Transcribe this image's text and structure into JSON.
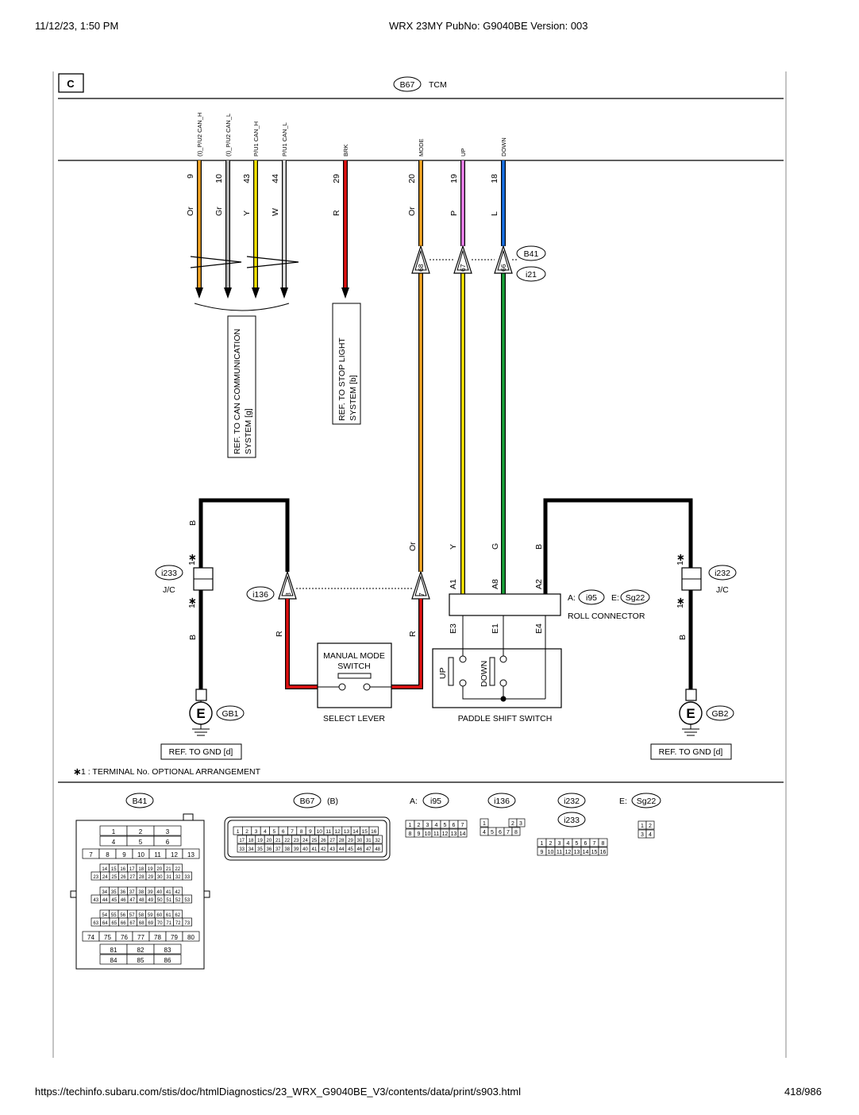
{
  "header": {
    "datetime": "11/12/23, 1:50 PM",
    "title": "WRX 23MY PubNo: G9040BE Version: 003"
  },
  "footer": {
    "url": "https://techinfo.subaru.com/stis/doc/htmlDiagnostics/23_WRX_G9040BE_V3/contents/data/print/s903.html",
    "page": "418/986"
  },
  "diagram": {
    "section": "C",
    "tcm": {
      "connector": "B67",
      "label": "TCM"
    },
    "tcm_pins": [
      {
        "signal": "(I)_P/U2 CAN_H",
        "pin": "9",
        "color": "Or",
        "hex": "#f5a623"
      },
      {
        "signal": "(I)_P/U2 CAN_L",
        "pin": "10",
        "color": "Gr",
        "hex": "#bdbdbd"
      },
      {
        "signal": "P/U1 CAN_H",
        "pin": "43",
        "color": "Y",
        "hex": "#f5e400"
      },
      {
        "signal": "P/U1 CAN_L",
        "pin": "44",
        "color": "W",
        "hex": "#e6e6e6"
      },
      {
        "signal": "BRK",
        "pin": "29",
        "color": "R",
        "hex": "#e01010"
      },
      {
        "signal": "MODE",
        "pin": "20",
        "color": "Or",
        "hex": "#f5a623"
      },
      {
        "signal": "UP",
        "pin": "19",
        "color": "P",
        "hex": "#ee82ee"
      },
      {
        "signal": "DOWN",
        "pin": "18",
        "color": "L",
        "hex": "#1a73e8"
      }
    ],
    "b41_pins": {
      "mode": "68",
      "up": "67",
      "down": "66",
      "conn1": "B41",
      "conn2": "i21"
    },
    "ref_can": [
      "REF. TO CAN COMMUNICATION",
      "SYSTEM [g]"
    ],
    "ref_stop": [
      "REF. TO STOP LIGHT",
      "SYSTEM [b]"
    ],
    "wire_colors": {
      "b": "B",
      "or": "Or",
      "y": "Y",
      "g": "G",
      "r": "R"
    },
    "roll_pins": {
      "a1": "A1",
      "a8": "A8",
      "a2": "A2",
      "e3": "E3",
      "e1": "E1",
      "e4": "E4"
    },
    "roll": {
      "a_prefix": "A:",
      "a_conn": "i95",
      "e_prefix": "E:",
      "e_conn": "Sg22",
      "label": "ROLL CONNECTOR"
    },
    "jc_left": {
      "conn": "i233",
      "label": "J/C"
    },
    "jc_right": {
      "conn": "i232",
      "label": "J/C"
    },
    "star_label": "1",
    "i136": {
      "conn": "i136",
      "pin_l": "8",
      "pin_r": "7"
    },
    "manual_switch": [
      "MANUAL MODE",
      "SWITCH"
    ],
    "select_lever": "SELECT LEVER",
    "paddle": {
      "label": "PADDLE SHIFT SWITCH",
      "up": "UP",
      "down": "DOWN"
    },
    "ground_left": {
      "symbol": "E",
      "conn": "GB1",
      "ref": "REF. TO GND [d]"
    },
    "ground_right": {
      "symbol": "E",
      "conn": "GB2",
      "ref": "REF. TO GND [d]"
    },
    "footnote": "1   : TERMINAL No. OPTIONAL ARRANGEMENT",
    "connectors": {
      "b41": {
        "name": "B41",
        "rows3": [
          [
            "1",
            "2",
            "3"
          ],
          [
            "4",
            "5",
            "6"
          ]
        ],
        "row7": [
          "7",
          "8",
          "9",
          "10",
          "11",
          "12",
          "13"
        ],
        "rowsA": [
          [
            "14",
            "15",
            "16",
            "17",
            "18",
            "19",
            "20",
            "21",
            "22"
          ],
          [
            "23",
            "24",
            "25",
            "26",
            "27",
            "28",
            "29",
            "30",
            "31",
            "32",
            "33"
          ]
        ],
        "rowsB": [
          [
            "34",
            "35",
            "36",
            "37",
            "38",
            "39",
            "40",
            "41",
            "42"
          ],
          [
            "43",
            "44",
            "45",
            "46",
            "47",
            "48",
            "49",
            "50",
            "51",
            "52",
            "53"
          ]
        ],
        "rowsC": [
          [
            "54",
            "55",
            "56",
            "57",
            "58",
            "59",
            "60",
            "61",
            "62"
          ],
          [
            "63",
            "64",
            "65",
            "66",
            "67",
            "68",
            "69",
            "70",
            "71",
            "72",
            "73"
          ]
        ],
        "row74": [
          "74",
          "75",
          "76",
          "77",
          "78",
          "79",
          "80"
        ],
        "rowsEnd": [
          [
            "81",
            "82",
            "83"
          ],
          [
            "84",
            "85",
            "86"
          ]
        ]
      },
      "b67": {
        "name": "B67",
        "suffix": "(B)",
        "row1": [
          "1",
          "2",
          "3",
          "4",
          "5",
          "6",
          "7",
          "8",
          "9",
          "10",
          "11",
          "12",
          "13",
          "14",
          "15",
          "16"
        ],
        "row2": [
          "17",
          "18",
          "19",
          "20",
          "21",
          "22",
          "23",
          "24",
          "25",
          "26",
          "27",
          "28",
          "29",
          "30",
          "31",
          "32"
        ],
        "row3": [
          "33",
          "34",
          "35",
          "36",
          "37",
          "38",
          "39",
          "40",
          "41",
          "42",
          "43",
          "44",
          "45",
          "46",
          "47",
          "48"
        ]
      },
      "i95": {
        "prefix": "A:",
        "name": "i95",
        "row1": [
          "1",
          "2",
          "3",
          "4",
          "5",
          "6",
          "7"
        ],
        "row2": [
          "8",
          "9",
          "10",
          "11",
          "12",
          "13",
          "14"
        ]
      },
      "i136": {
        "name": "i136",
        "row1": [
          "1",
          "2",
          "3"
        ],
        "row2": [
          "4",
          "5",
          "6",
          "7",
          "8"
        ]
      },
      "i232": {
        "name1": "i232",
        "name2": "i233",
        "row1": [
          "1",
          "2",
          "3",
          "4",
          "5",
          "6",
          "7",
          "8"
        ],
        "row2": [
          "9",
          "10",
          "11",
          "12",
          "13",
          "14",
          "15",
          "16"
        ]
      },
      "sg22": {
        "prefix": "E:",
        "name": "Sg22",
        "row1": [
          "1",
          "2"
        ],
        "row2": [
          "3",
          "4"
        ]
      }
    }
  }
}
